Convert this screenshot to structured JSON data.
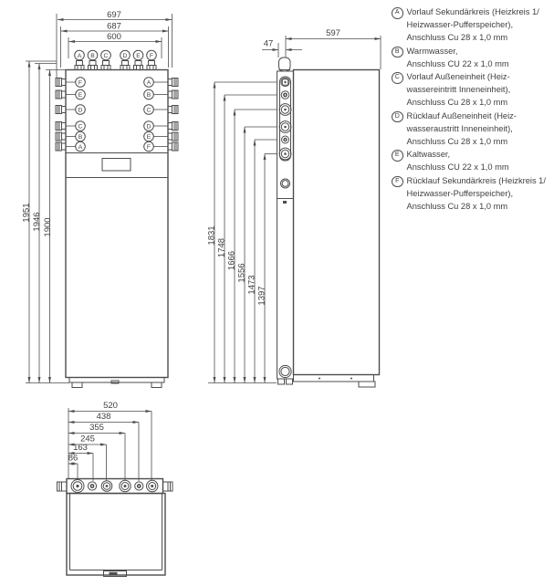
{
  "colors": {
    "line": "#4d4d4d",
    "text": "#3f3f3f",
    "background": "#ffffff"
  },
  "drawing": {
    "front": {
      "width_dims": [
        "697",
        "687",
        "600"
      ],
      "height_dims": [
        "1951",
        "1946",
        "1900"
      ],
      "top_port_labels": [
        "A",
        "B",
        "C",
        "D",
        "E",
        "F"
      ],
      "left_port_labels": [
        "F",
        "E",
        "D",
        "C",
        "B",
        "A"
      ],
      "right_port_labels": [
        "A",
        "B",
        "C",
        "D",
        "E",
        "F"
      ]
    },
    "side": {
      "depth_dim": "597",
      "offset_dim": "47",
      "height_dims": [
        "1831",
        "1748",
        "1666",
        "1556",
        "1473",
        "1397"
      ]
    },
    "top": {
      "width_dims": [
        "520",
        "438",
        "355",
        "245",
        "163",
        "86"
      ]
    }
  },
  "legend": {
    "items": [
      {
        "key": "A",
        "lines": [
          "Vorlauf Sekundärkreis (Heizkreis 1/",
          "Heizwasser-Pufferspeicher),",
          "Anschluss Cu 28 x 1,0 mm"
        ]
      },
      {
        "key": "B",
        "lines": [
          "Warmwasser,",
          "Anschluss CU 22 x 1,0 mm"
        ]
      },
      {
        "key": "C",
        "lines": [
          "Vorlauf Außeneinheit (Heiz-",
          "wassereintritt Inneneinheit),",
          "Anschluss Cu 28 x 1,0 mm"
        ]
      },
      {
        "key": "D",
        "lines": [
          "Rücklauf Außeneinheit (Heiz-",
          "wasseraustritt Inneneinheit),",
          "Anschluss Cu 28 x 1,0 mm"
        ]
      },
      {
        "key": "E",
        "lines": [
          "Kaltwasser,",
          "Anschluss CU 22 x 1,0 mm"
        ]
      },
      {
        "key": "F",
        "lines": [
          "Rücklauf Sekundärkreis (Heizkreis 1/",
          "Heizwasser-Pufferspeicher),",
          "Anschluss Cu 28 x 1,0 mm"
        ]
      }
    ]
  }
}
